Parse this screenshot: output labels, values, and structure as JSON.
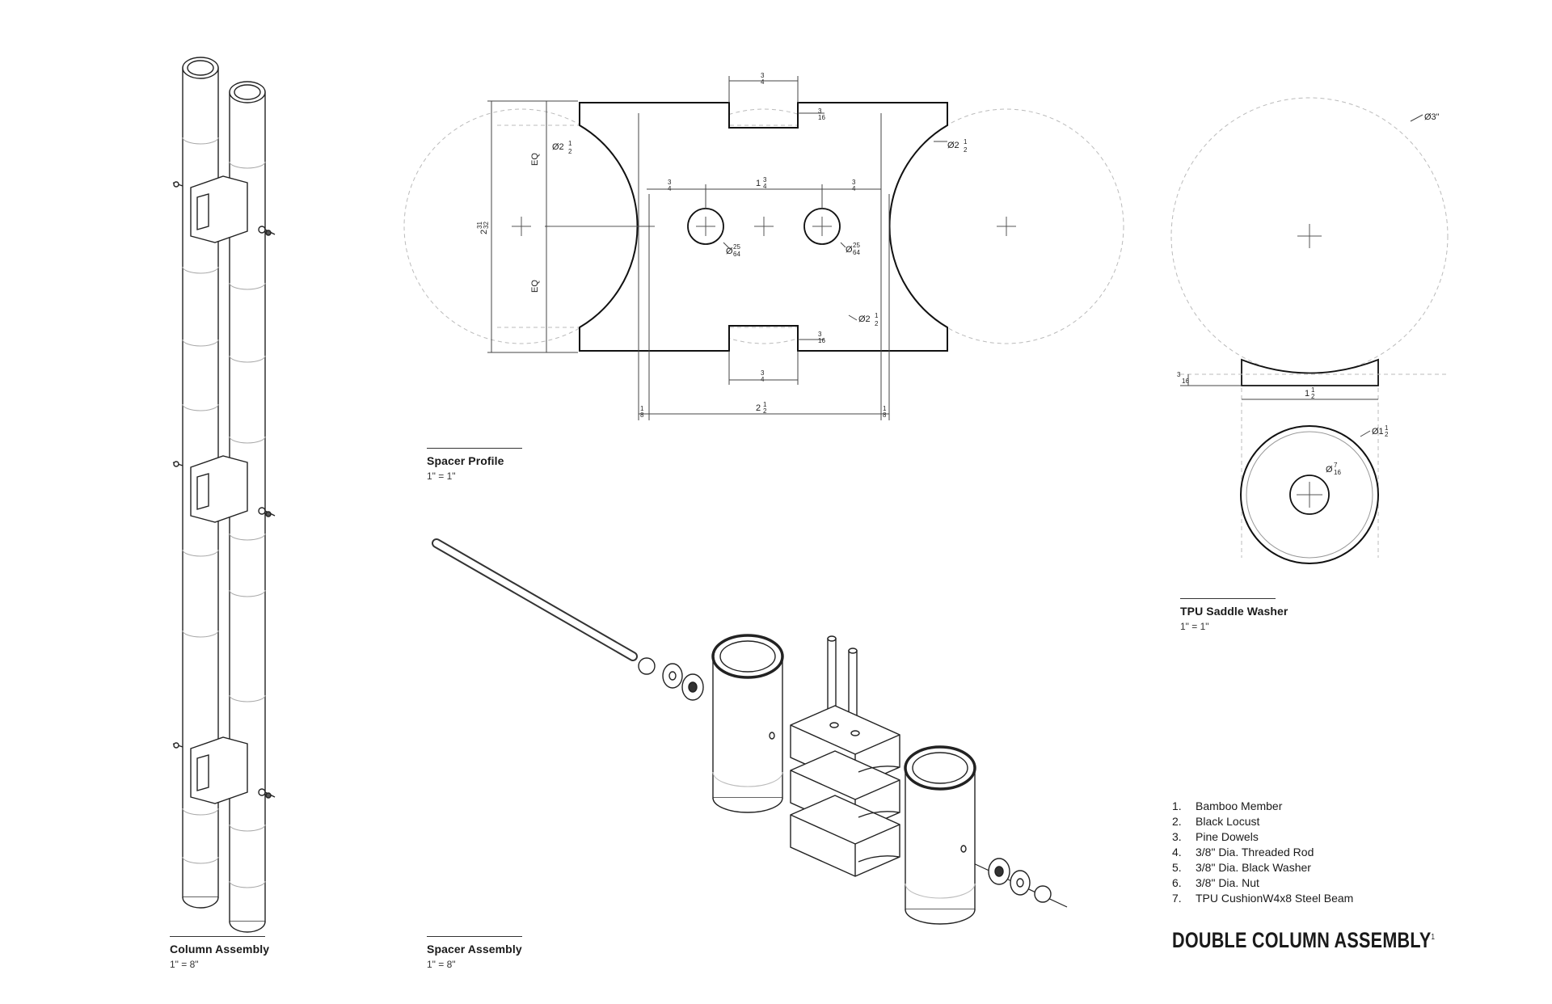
{
  "captions": {
    "column_assembly": {
      "name": "Column Assembly",
      "scale": "1\" = 8\""
    },
    "spacer_profile": {
      "name": "Spacer Profile",
      "scale": "1\" = 1\""
    },
    "spacer_assembly": {
      "name": "Spacer Assembly",
      "scale": "1\" = 8\""
    },
    "tpu_saddle_washer": {
      "name": "TPU Saddle Washer",
      "scale": "1\" = 1\""
    }
  },
  "legend": [
    {
      "num": "1.",
      "label": "Bamboo Member"
    },
    {
      "num": "2.",
      "label": "Black Locust"
    },
    {
      "num": "3.",
      "label": "Pine Dowels"
    },
    {
      "num": "4.",
      "label": "3/8\" Dia. Threaded Rod"
    },
    {
      "num": "5.",
      "label": "3/8\" Dia. Black Washer"
    },
    {
      "num": "6.",
      "label": "3/8\" Dia. Nut"
    },
    {
      "num": "7.",
      "label": "TPU CushionW4x8 Steel Beam"
    }
  ],
  "title": "DOUBLE COLUMN ASSEMBLY",
  "title_mark": "1",
  "dimensions": {
    "eq": "EQ",
    "overall_height_whole": "2",
    "dia_prefix": "Ø2",
    "half_num": "1",
    "half_den": "2",
    "three_q_num": "3",
    "three_q_den": "4",
    "hole_spacing_whole": "1",
    "hole_dia_prefix": "Ø",
    "hole_num": "25",
    "hole_den": "64",
    "thin_num": "3",
    "thin_den": "16",
    "bottom_whole": "2",
    "eighth_num": "1",
    "eighth_den": "8",
    "h_num": "31",
    "h_den": "32",
    "washer_circle": "Ø3\"",
    "washer_outer_prefix": "Ø1",
    "washer_inner_prefix": "Ø",
    "washer_inner_num": "7",
    "washer_inner_den": "16",
    "washer_width_whole": "1",
    "washer_thick_num": "3",
    "washer_thick_den": "16"
  }
}
